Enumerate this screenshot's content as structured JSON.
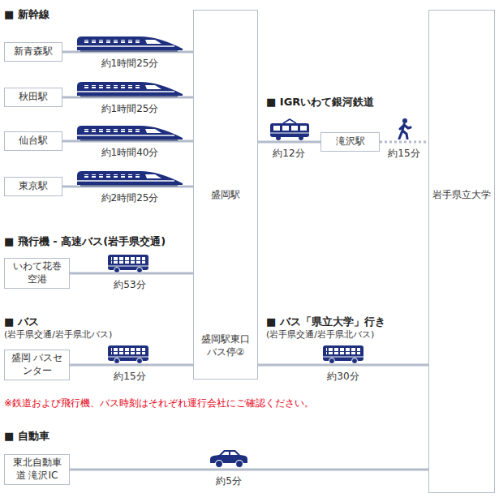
{
  "diagram": {
    "nodes": [
      {
        "text": [
          "新青森駅"
        ]
      },
      {
        "text": [
          "秋田駅"
        ]
      },
      {
        "text": [
          "仙台駅"
        ]
      },
      {
        "text": [
          "東京駅"
        ]
      },
      {
        "text": [
          "盛岡駅",
          "盛岡駅東口 バス停②"
        ]
      },
      {
        "text": [
          "滝沢駅"
        ]
      },
      {
        "text": [
          "岩手県立大学"
        ]
      },
      {
        "text": [
          "いわて花巻 空港"
        ]
      },
      {
        "text": [
          "盛岡 バスセンター"
        ]
      },
      {
        "text": [
          "東北自動車道 滝沢IC"
        ]
      }
    ],
    "edges": [
      {
        "from": 0,
        "to": 4,
        "arrow": "none",
        "label": "約1時間25分"
      },
      {
        "from": 1,
        "to": 4,
        "arrow": "none",
        "label": "約1時間25分"
      },
      {
        "from": 2,
        "to": 4,
        "arrow": "none",
        "label": "約1時間40分"
      },
      {
        "from": 3,
        "to": 4,
        "arrow": "none",
        "label": "約2時間25分"
      },
      {
        "from": 4,
        "to": 5,
        "arrow": "none",
        "label": "約12分"
      },
      {
        "from": 5,
        "to": 6,
        "arrow": "none",
        "label": "約15分"
      },
      {
        "from": 7,
        "to": 4,
        "arrow": "none",
        "label": "約53分"
      },
      {
        "from": 8,
        "to": 4,
        "arrow": "none",
        "label": "約15分"
      },
      {
        "from": 4,
        "to": 6,
        "arrow": "none",
        "label": "約30分"
      },
      {
        "from": 9,
        "to": 6,
        "arrow": "none",
        "label": "約5分"
      }
    ],
    "labels": [
      "■ 新幹線",
      "■ IGRいわて銀河鉄道",
      "■ 飛行機 - 高速バス(岩手県交通)",
      "■ バス",
      "(岩手県交通/岩手県北バス)",
      "■ バス「県立大学」行き",
      "(岩手県交通/岩手県北バス)",
      "※鉄道および飛行機、バス時刻はそれぞれ運行会社にご確認ください。",
      "■ 自動車"
    ]
  }
}
